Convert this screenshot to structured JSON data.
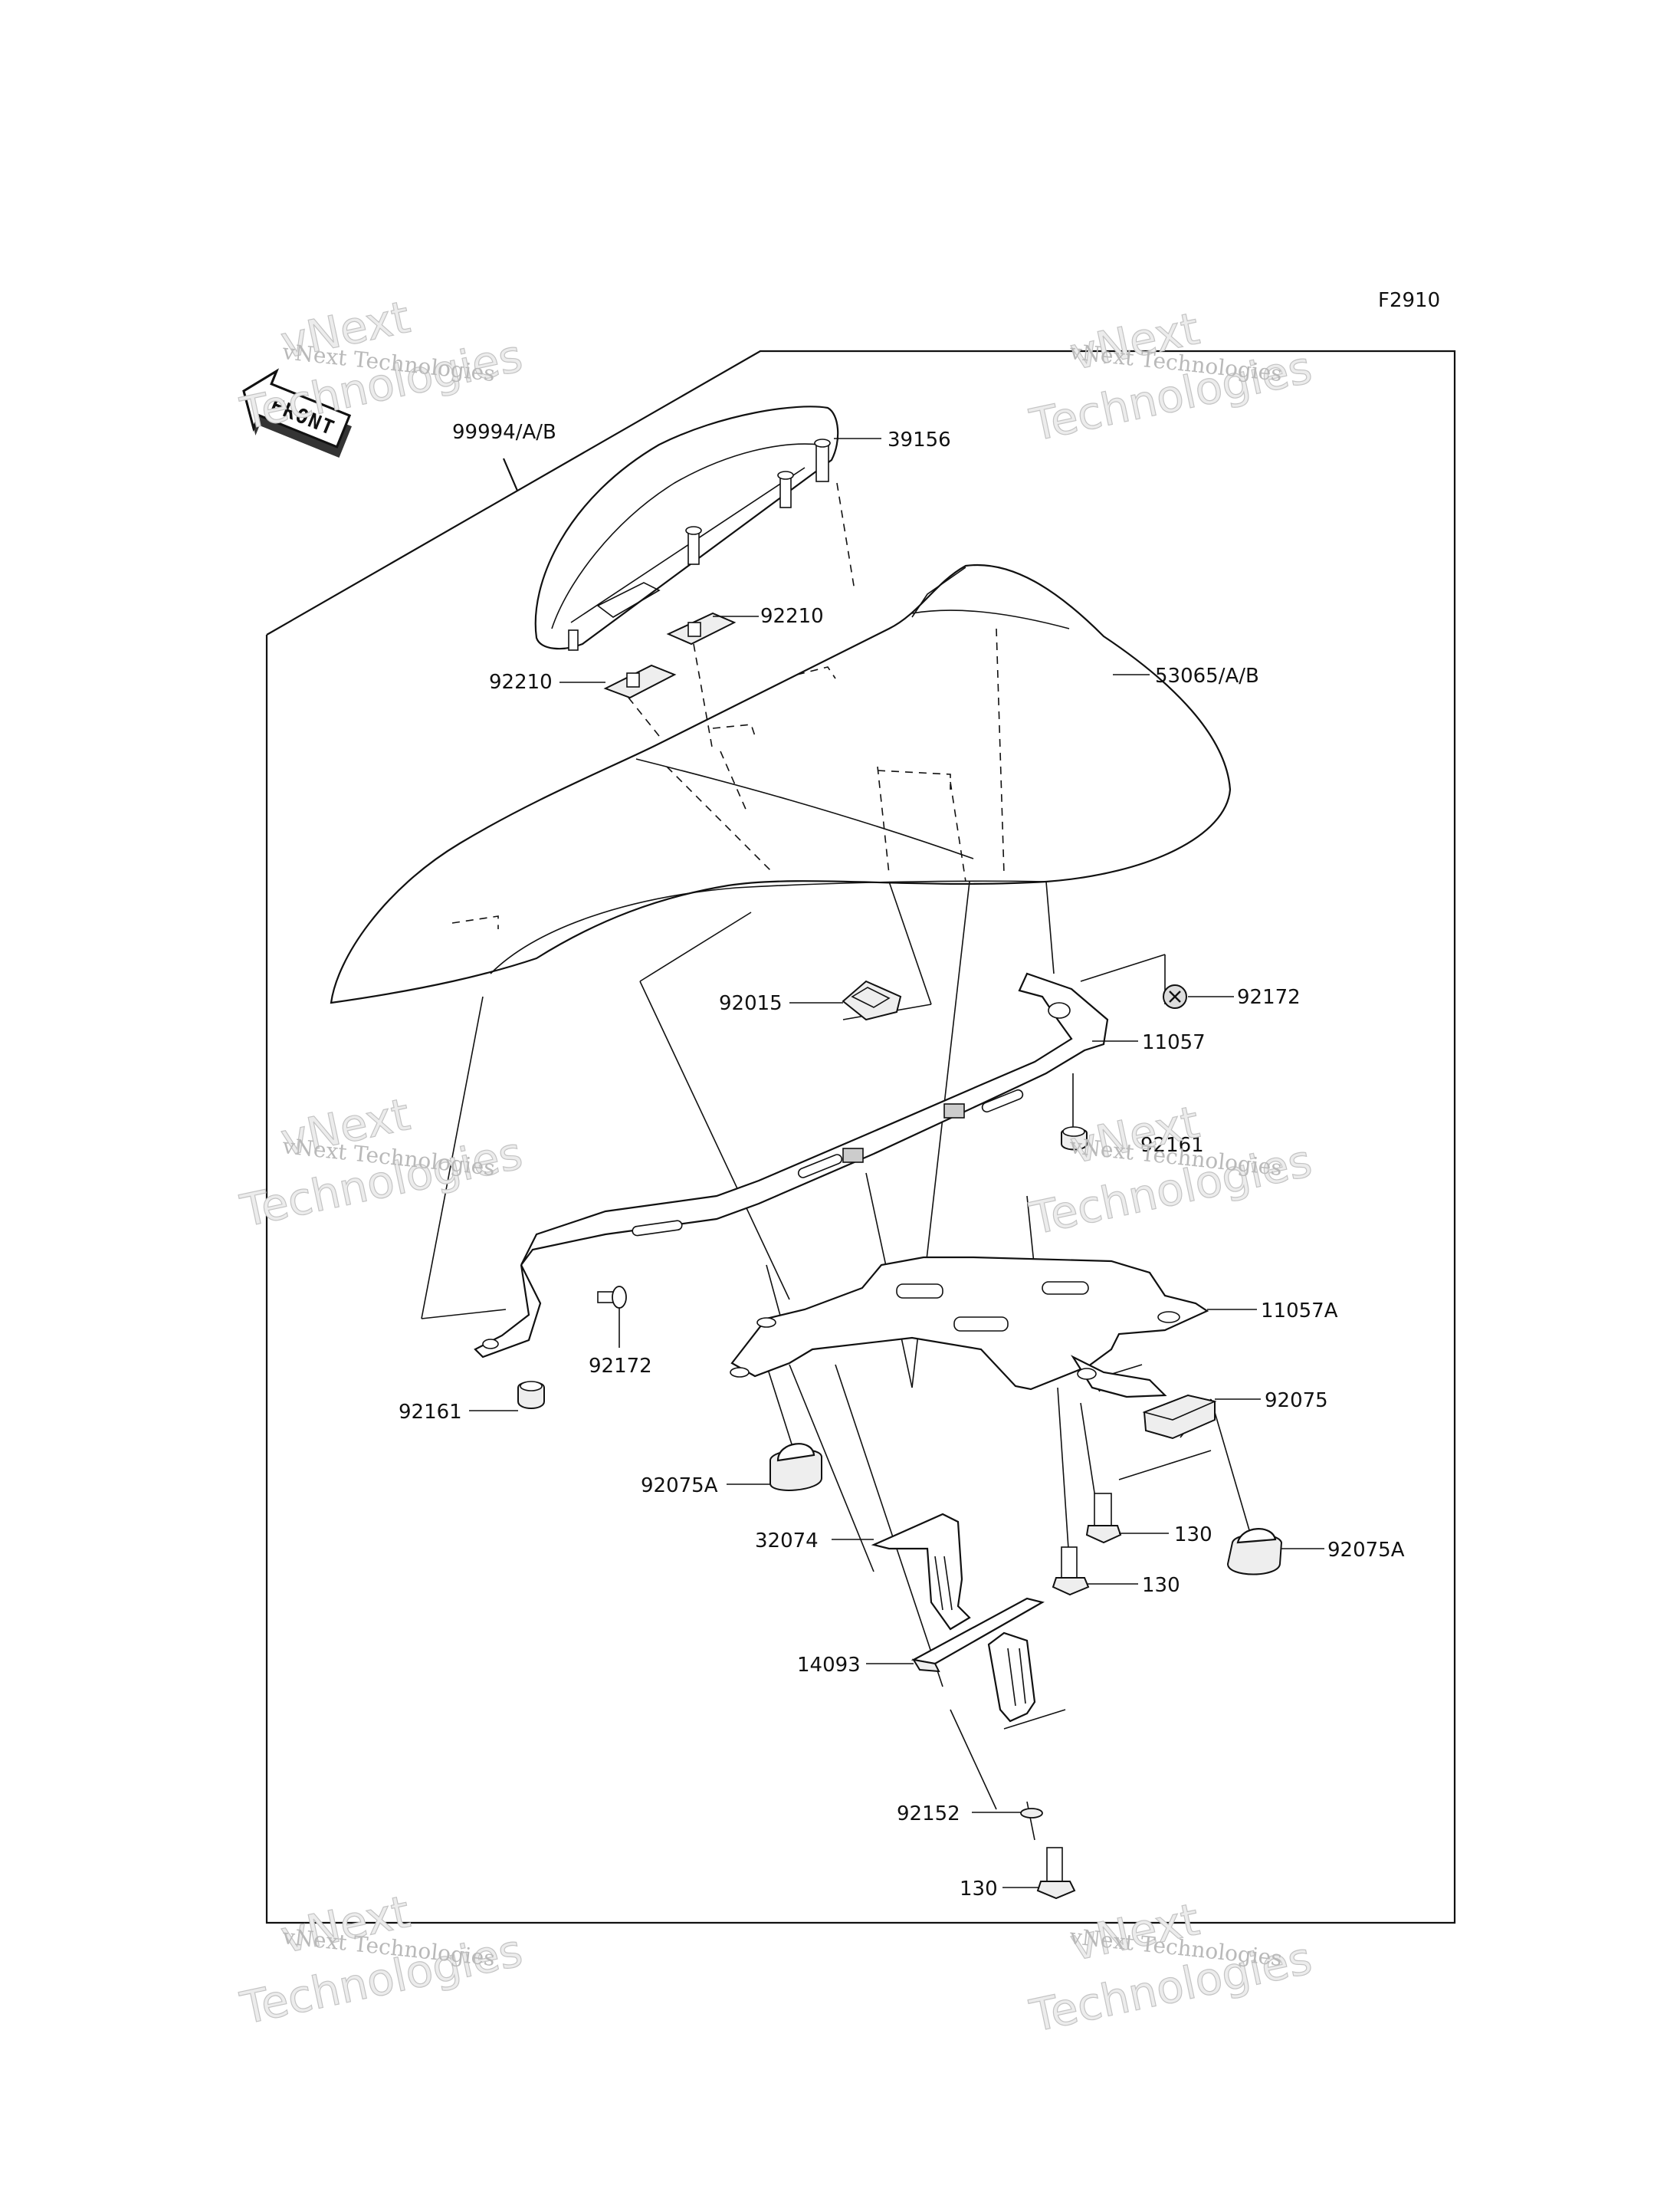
{
  "diagram_code": "F2910",
  "front_marker": "FRONT",
  "watermark_text": "vNext Technologies",
  "watermark_big": [
    "vNext",
    "Technologies"
  ],
  "parts": {
    "p99994": "99994/A/B",
    "p39156": "39156",
    "p92210a": "92210",
    "p92210b": "92210",
    "p53065": "53065/A/B",
    "p92015": "92015",
    "p92172a": "92172",
    "p11057": "11057",
    "p92161a": "92161",
    "p11057A": "11057A",
    "p92172b": "92172",
    "p92161b": "92161",
    "p92075": "92075",
    "p92075Aa": "92075A",
    "p130a": "130",
    "p130b": "130",
    "p92075Ab": "92075A",
    "p32074": "32074",
    "p14093": "14093",
    "p92152": "92152",
    "p130c": "130"
  }
}
